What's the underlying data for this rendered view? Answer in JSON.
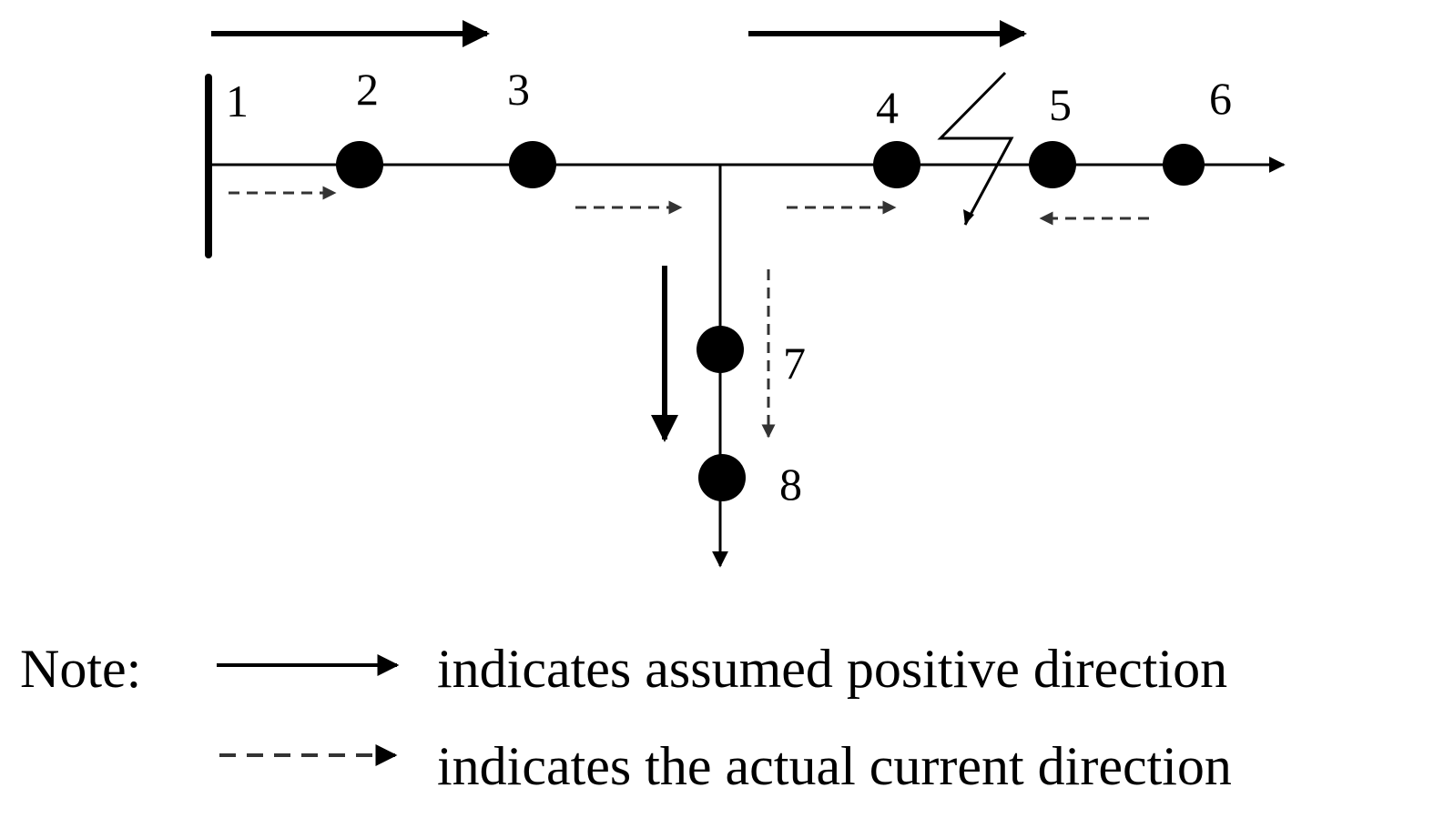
{
  "nodes": [
    {
      "id": "1",
      "label": "1"
    },
    {
      "id": "2",
      "label": "2"
    },
    {
      "id": "3",
      "label": "3"
    },
    {
      "id": "4",
      "label": "4"
    },
    {
      "id": "5",
      "label": "5"
    },
    {
      "id": "6",
      "label": "6"
    },
    {
      "id": "7",
      "label": "7"
    },
    {
      "id": "8",
      "label": "8"
    }
  ],
  "legend": {
    "note_label": "Note:",
    "solid_text": "indicates assumed positive direction",
    "dashed_text": "indicates the actual current direction"
  },
  "colors": {
    "line": "#000000",
    "dashed": "#555555",
    "background": "#ffffff"
  }
}
